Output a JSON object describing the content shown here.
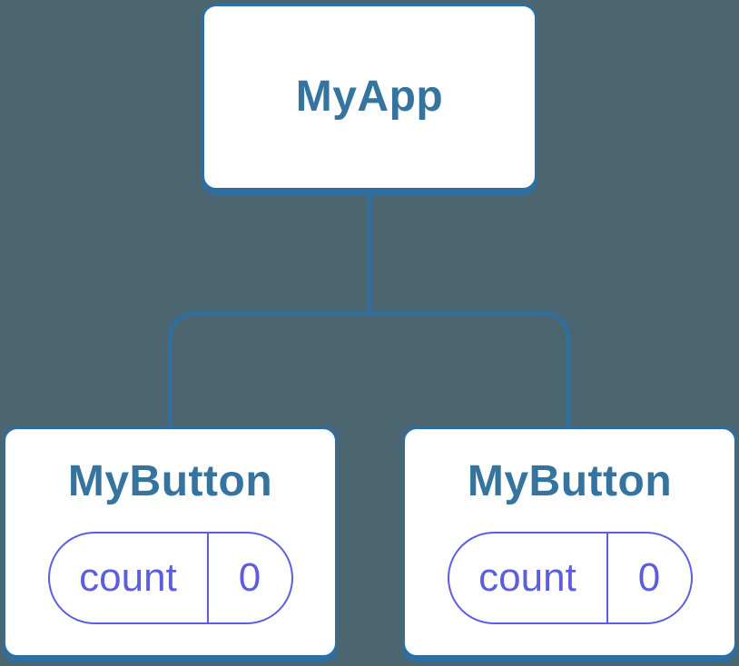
{
  "colors": {
    "background": "#4C6671",
    "connector_blue": "#2E6FA0",
    "card_background": "#FFFFFF",
    "component_name_color": "#35749E",
    "state_accent": "#5C5EDD"
  },
  "tree": {
    "root": {
      "label": "MyApp"
    },
    "children": [
      {
        "label": "MyButton",
        "state": {
          "name": "count",
          "value": "0"
        }
      },
      {
        "label": "MyButton",
        "state": {
          "name": "count",
          "value": "0"
        }
      }
    ]
  }
}
